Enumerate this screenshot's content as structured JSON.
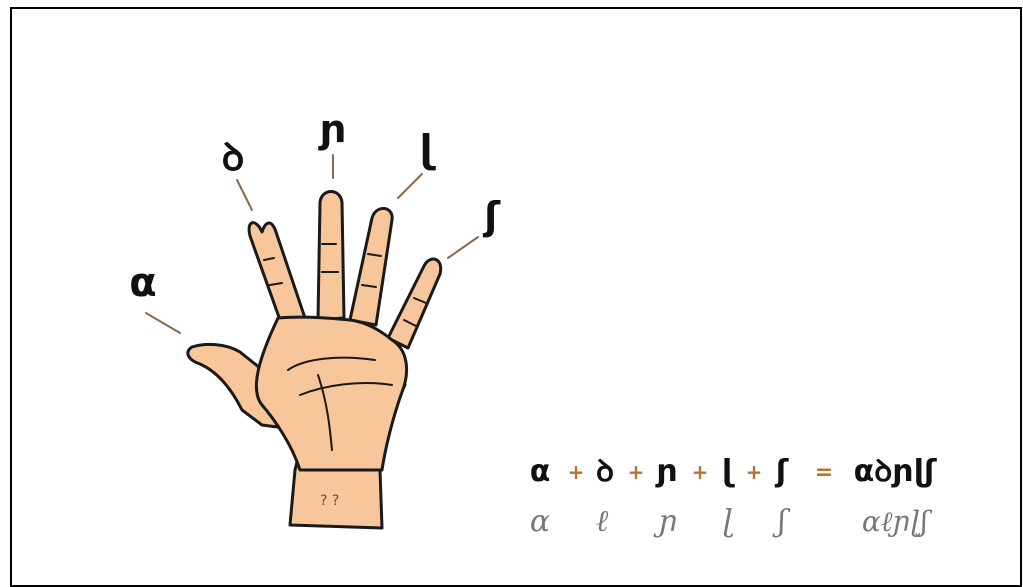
{
  "fingers": [
    {
      "id": "thumb",
      "letter": "α"
    },
    {
      "id": "index",
      "letter": "ꝺ"
    },
    {
      "id": "middle",
      "letter": "ɲ"
    },
    {
      "id": "ring",
      "letter": "ɭ"
    },
    {
      "id": "little",
      "letter": "ʃ"
    }
  ],
  "equation": {
    "terms": [
      "α",
      "ꝺ",
      "ɲ",
      "ɭ",
      "ʃ"
    ],
    "plus": "+",
    "equals": "=",
    "result": "αꝺɲɭʃ"
  },
  "cursive": {
    "terms": [
      "α",
      "ℓ",
      "ɲ",
      "ɭ",
      "ʃ"
    ],
    "result": "αℓɲɭʃ"
  },
  "wrist_marks": "? ?",
  "colors": {
    "skin": "#f7c69a",
    "outline": "#1a1a1a",
    "leader": "#8a6a4a",
    "operator": "#b8732f",
    "cursive": "#777777"
  }
}
